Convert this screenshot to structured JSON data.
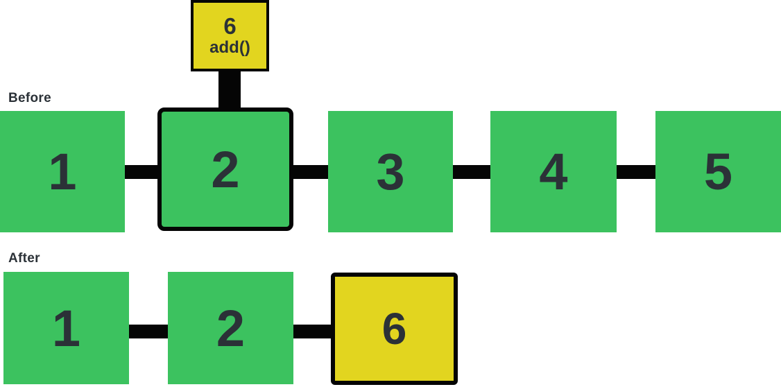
{
  "palette": {
    "green": "#3cc25f",
    "yellow": "#e2d51f",
    "black": "#050505",
    "ink": "#2b3137",
    "background": "#ffffff"
  },
  "add_callout": {
    "value": "6",
    "method": "add()"
  },
  "before": {
    "label": "Before",
    "nodes": [
      {
        "value": "1",
        "color": "green"
      },
      {
        "value": "2",
        "color": "green",
        "highlighted": true
      },
      {
        "value": "3",
        "color": "green"
      },
      {
        "value": "4",
        "color": "green"
      },
      {
        "value": "5",
        "color": "green"
      }
    ]
  },
  "after": {
    "label": "After",
    "nodes": [
      {
        "value": "1",
        "color": "green"
      },
      {
        "value": "2",
        "color": "green"
      },
      {
        "value": "6",
        "color": "yellow",
        "inserted": true
      }
    ]
  }
}
